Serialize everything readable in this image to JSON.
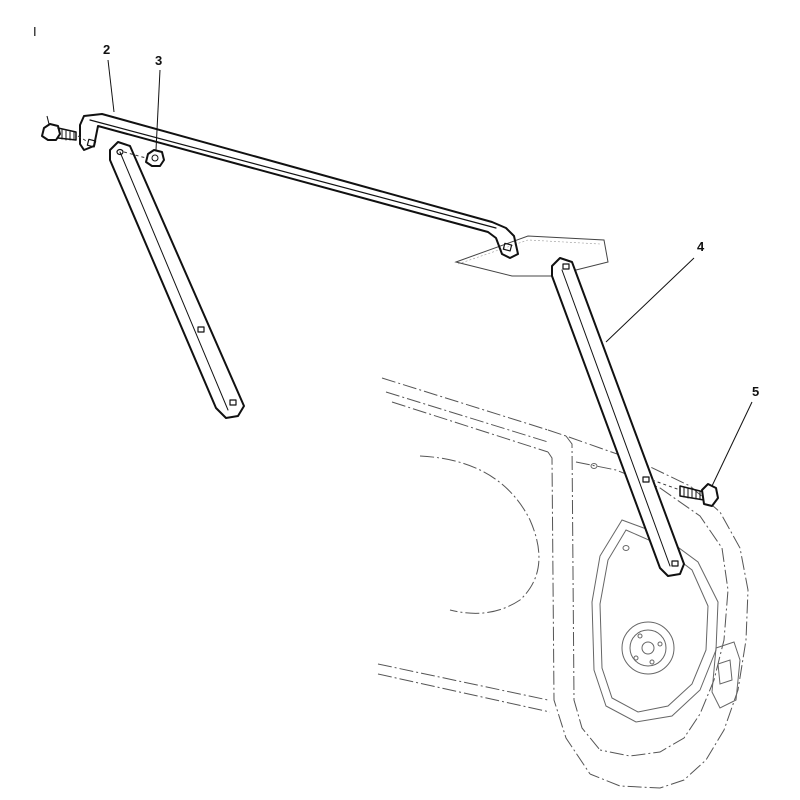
{
  "figure": {
    "number": "I"
  },
  "callouts": {
    "c1": "2",
    "c2": "3",
    "c3": "4",
    "c4": "5"
  }
}
